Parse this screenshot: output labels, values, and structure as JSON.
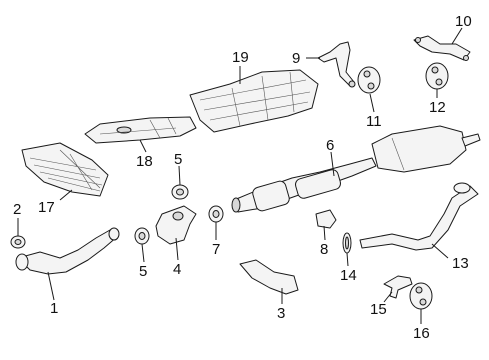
{
  "diagram": {
    "callouts": [
      {
        "id": "c1",
        "text": "1"
      },
      {
        "id": "c2",
        "text": "2"
      },
      {
        "id": "c3",
        "text": "3"
      },
      {
        "id": "c4",
        "text": "4"
      },
      {
        "id": "c5a",
        "text": "5"
      },
      {
        "id": "c5b",
        "text": "5"
      },
      {
        "id": "c6",
        "text": "6"
      },
      {
        "id": "c7",
        "text": "7"
      },
      {
        "id": "c8",
        "text": "8"
      },
      {
        "id": "c9",
        "text": "9"
      },
      {
        "id": "c10",
        "text": "10"
      },
      {
        "id": "c11",
        "text": "11"
      },
      {
        "id": "c12",
        "text": "12"
      },
      {
        "id": "c13",
        "text": "13"
      },
      {
        "id": "c14",
        "text": "14"
      },
      {
        "id": "c15",
        "text": "15"
      },
      {
        "id": "c16",
        "text": "16"
      },
      {
        "id": "c17",
        "text": "17"
      },
      {
        "id": "c18",
        "text": "18"
      },
      {
        "id": "c19",
        "text": "19"
      }
    ]
  }
}
